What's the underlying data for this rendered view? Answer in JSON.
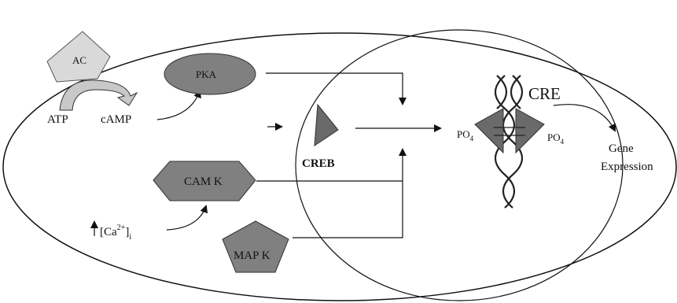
{
  "nodes": {
    "ac": "AC",
    "atp": "ATP",
    "camp": "cAMP",
    "pka": "PKA",
    "creb": "CREB",
    "cre": "CRE",
    "camk": "CAM K",
    "mapk": "MAP K",
    "ca_base": "[Ca",
    "ca_sup": "2+",
    "ca_close": "]",
    "ca_sub": "i",
    "po4_left": "PO",
    "po4_right": "PO",
    "po4_sub": "4",
    "gene_line1": "Gene",
    "gene_line2": "Expression"
  },
  "colors": {
    "shape_gray": "#808080",
    "light_gray": "#d9d9d9",
    "creb_gray": "#6a6a6a",
    "line": "#111111"
  }
}
